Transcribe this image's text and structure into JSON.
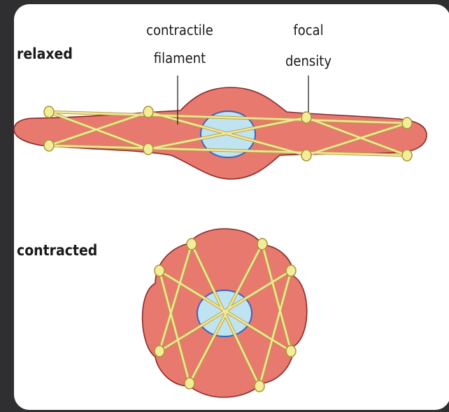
{
  "labels": {
    "relaxed": "relaxed",
    "contracted": "contracted",
    "filament_line1": "contractile",
    "filament_line2": "filament",
    "focal_line1": "focal",
    "focal_line2": "density"
  },
  "colors": {
    "background": "#2f2f31",
    "panel": "#ffffff",
    "cytoplasm": "#e8796e",
    "membrane": "#8a2a2a",
    "nucleus": "#bfe3f0",
    "nucleus_outline": "#3a63b8",
    "filament": "#f2e79a",
    "filament_outline": "#b8a040",
    "focal_density": "#f3ec9a"
  }
}
